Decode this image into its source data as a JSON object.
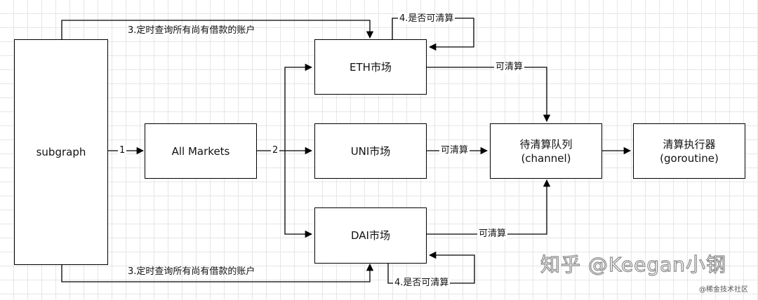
{
  "nodes": {
    "subgraph": "subgraph",
    "all_markets": "All Markets",
    "eth_market": "ETH市场",
    "uni_market": "UNI市场",
    "dai_market": "DAI市场",
    "queue": "待清算队列\n(channel)",
    "executor": "清算执行器\n(goroutine)"
  },
  "edges": {
    "step1": "1",
    "step2": "2",
    "query_top": "3.定时查询所有尚有借款的账户",
    "query_bottom": "3.定时查询所有尚有借款的账户",
    "check_eth": "4.是否可清算",
    "check_dai": "4.是否可清算",
    "eth_liquidatable": "可清算",
    "uni_liquidatable": "可清算",
    "dai_liquidatable": "可清算"
  },
  "watermark": {
    "main": "知乎 @Keegan小钢",
    "sub": "@稀金技术社区"
  }
}
